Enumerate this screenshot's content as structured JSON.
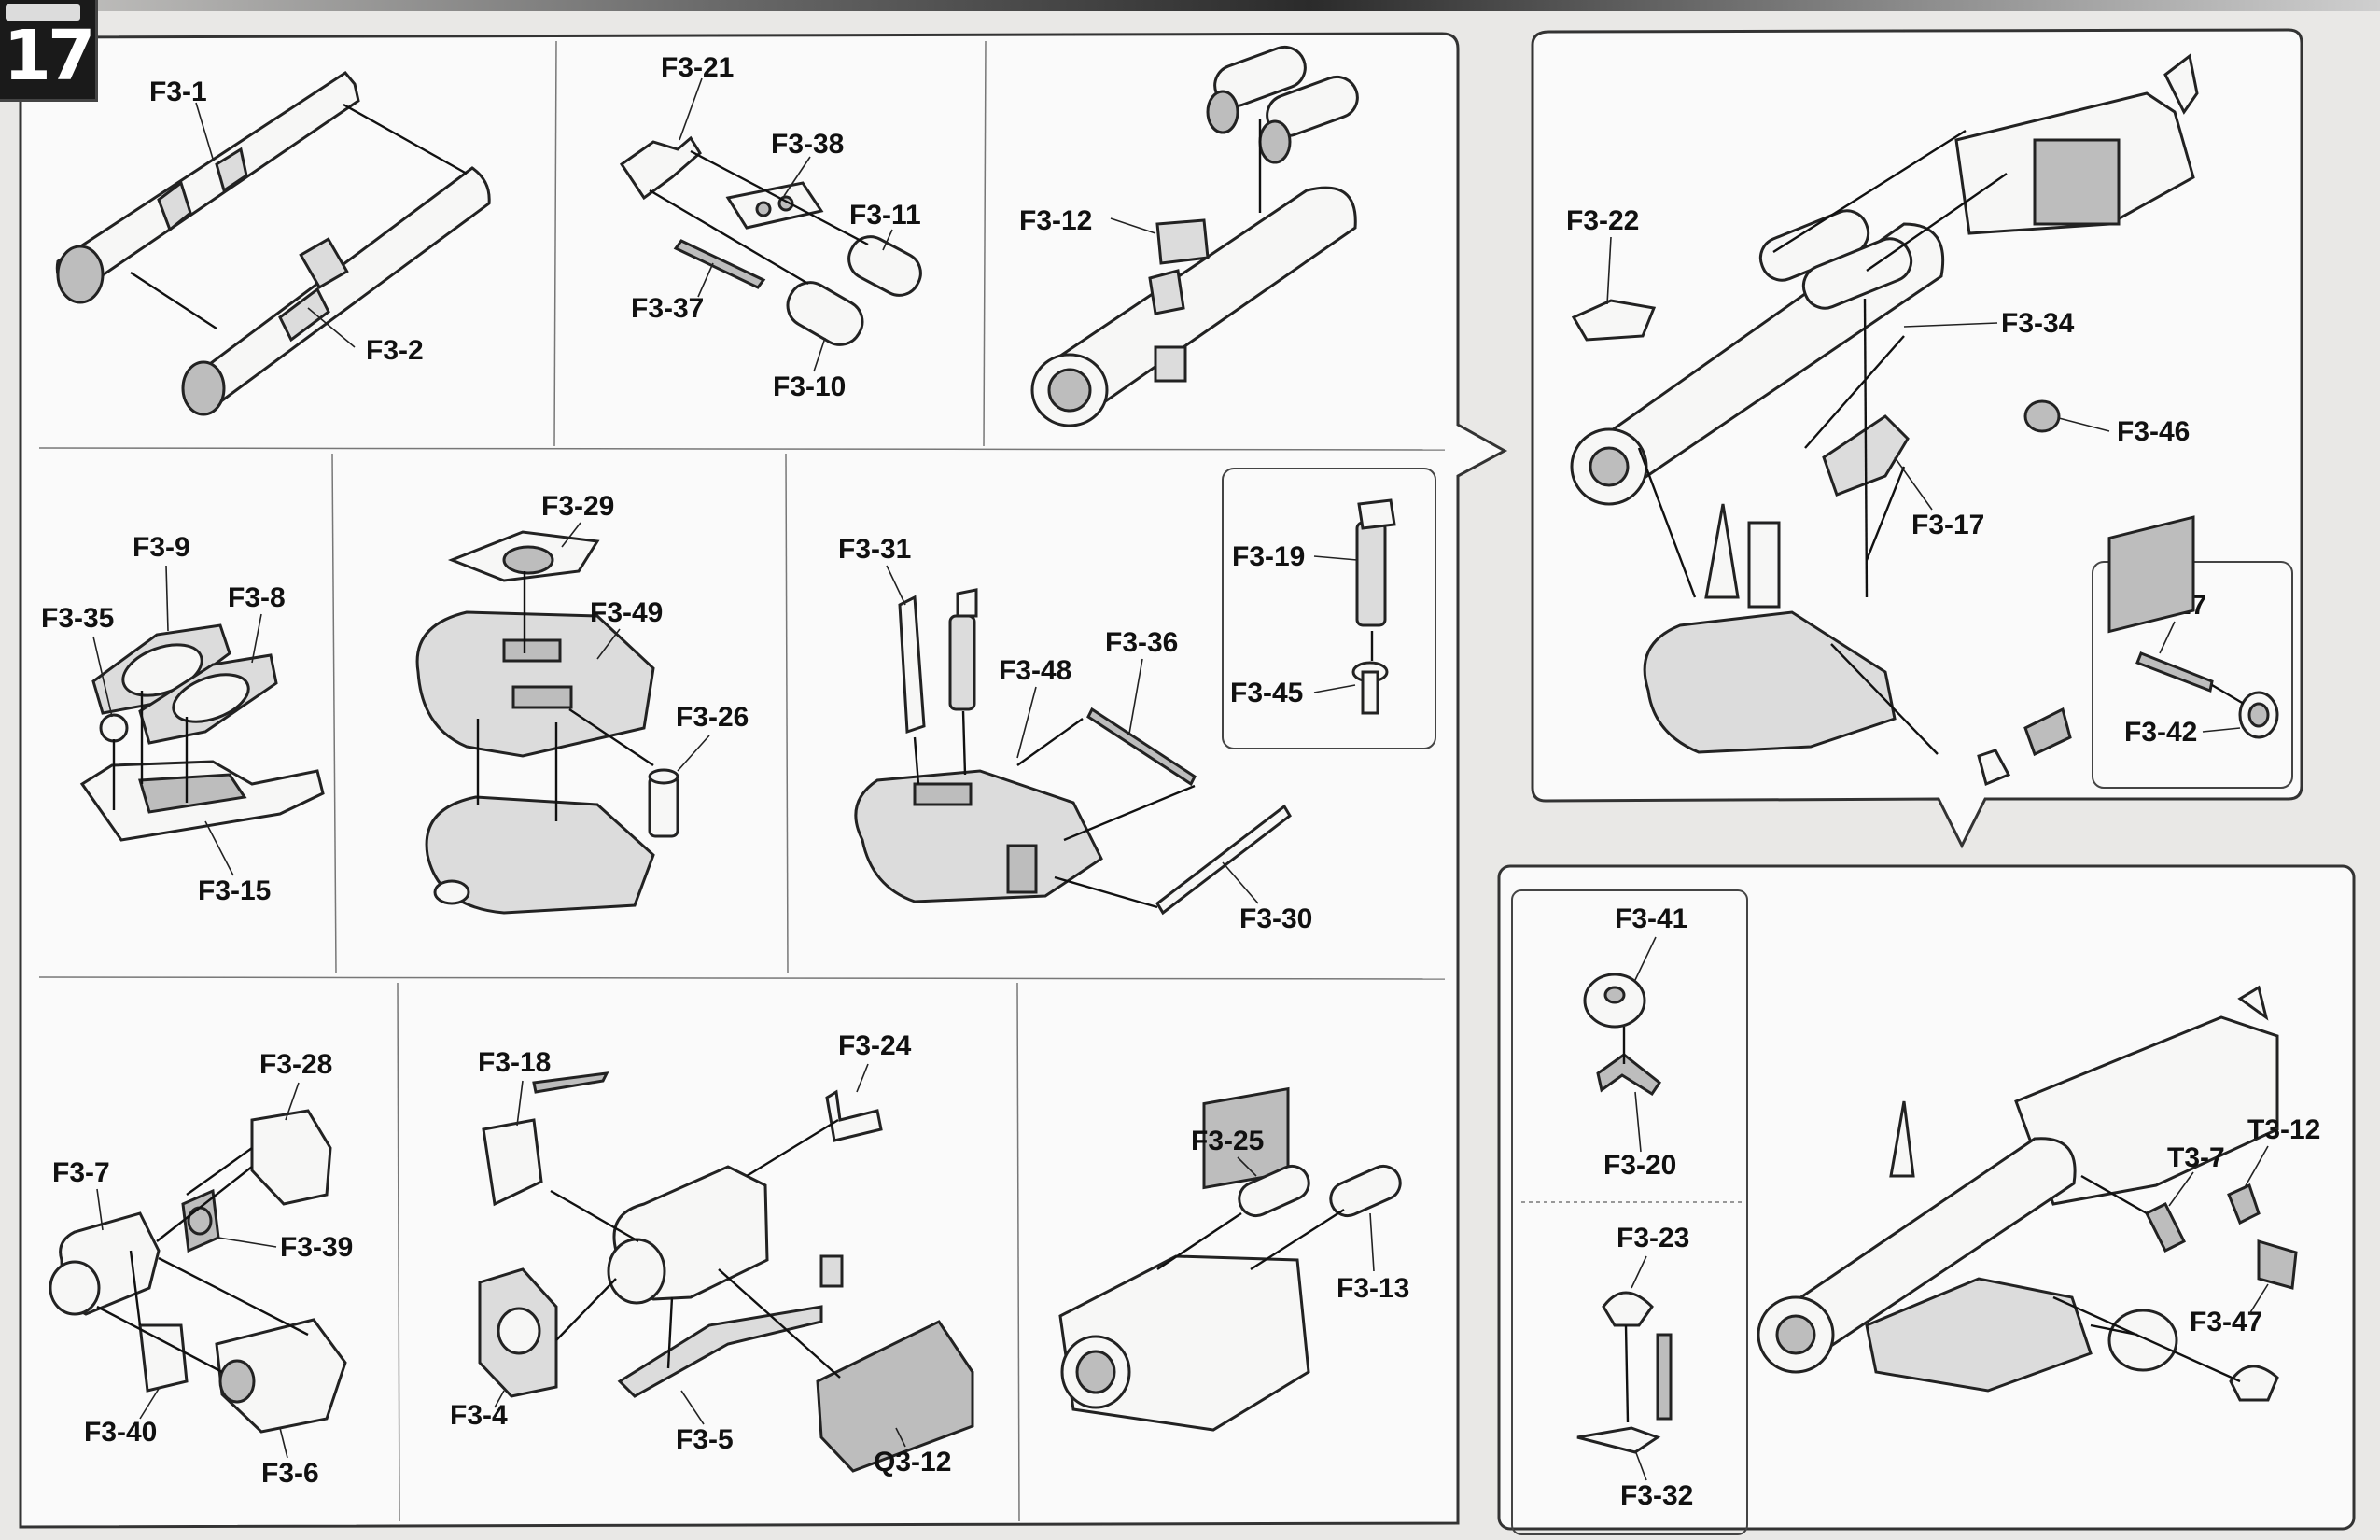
{
  "step": {
    "number": "17"
  },
  "labels": {
    "f3_1": "F3-1",
    "f3_2": "F3-2",
    "f3_21": "F3-21",
    "f3_38": "F3-38",
    "f3_11": "F3-11",
    "f3_37": "F3-37",
    "f3_10": "F3-10",
    "f3_12": "F3-12",
    "f3_9": "F3-9",
    "f3_35": "F3-35",
    "f3_8": "F3-8",
    "f3_15": "F3-15",
    "f3_29": "F3-29",
    "f3_49": "F3-49",
    "f3_26": "F3-26",
    "f3_31": "F3-31",
    "f3_48": "F3-48",
    "f3_36": "F3-36",
    "f3_30": "F3-30",
    "f3_19": "F3-19",
    "f3_45": "F3-45",
    "f3_28": "F3-28",
    "f3_7": "F3-7",
    "f3_39": "F3-39",
    "f3_40": "F3-40",
    "f3_6": "F3-6",
    "f3_18": "F3-18",
    "f3_24": "F3-24",
    "f3_4": "F3-4",
    "f3_5": "F3-5",
    "q3_12": "Q3-12",
    "f3_25": "F3-25",
    "f3_13": "F3-13",
    "f3_22": "F3-22",
    "f3_34": "F3-34",
    "f3_46": "F3-46",
    "f3_17": "F3-17",
    "f3_27": "F3-27",
    "f3_42": "F3-42",
    "f3_41": "F3-41",
    "f3_20": "F3-20",
    "f3_23": "F3-23",
    "f3_32": "F3-32",
    "t3_7": "T3-7",
    "t3_12": "T3-12",
    "f3_47": "F3-47"
  },
  "colors": {
    "paper": "#e9e8e6",
    "panel": "#fafafa",
    "ink": "#111111",
    "part_light": "#f7f7f6",
    "part_mid": "#dcdcdc",
    "part_dark": "#bdbdbd",
    "badge": "#1a1a1a"
  }
}
